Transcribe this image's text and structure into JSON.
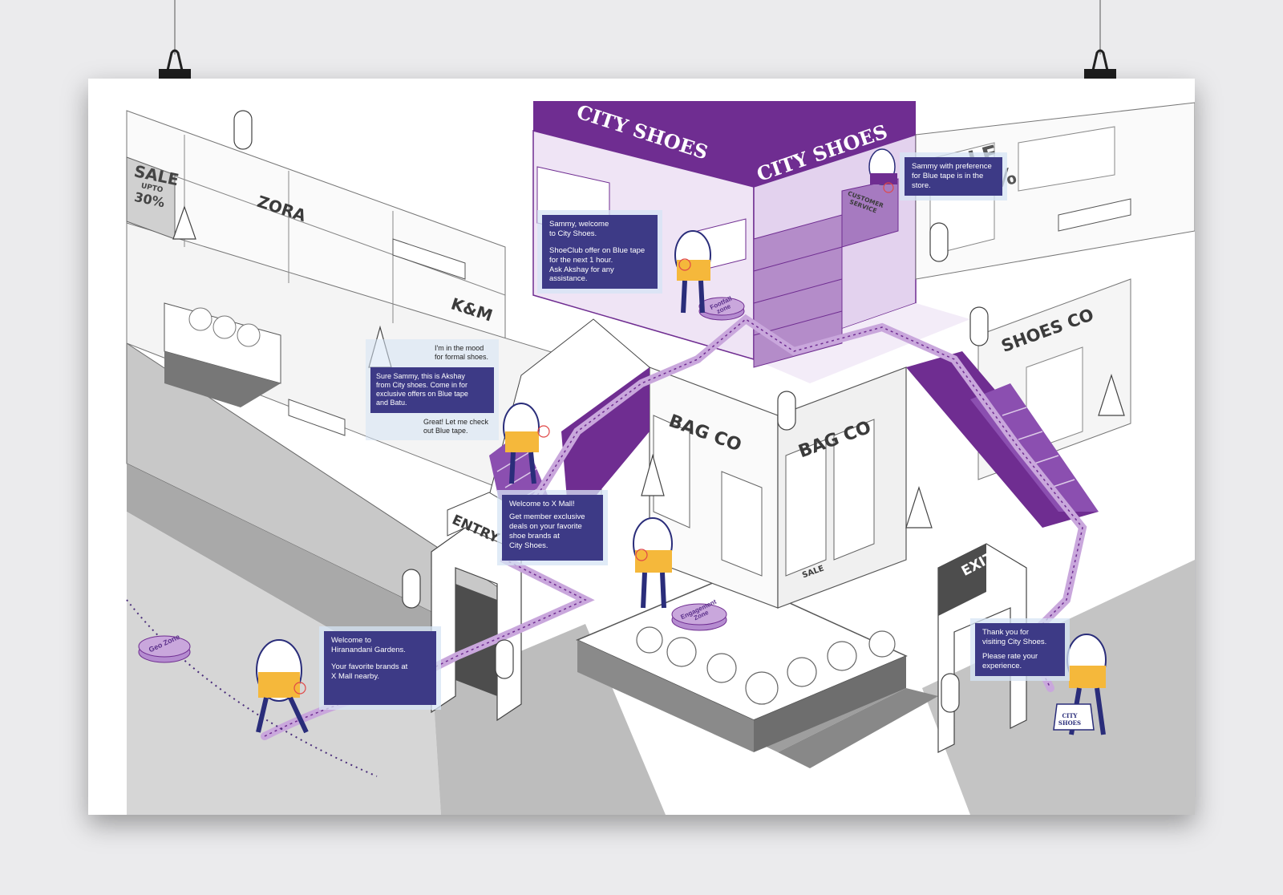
{
  "stores": {
    "city_shoes_front": "CITY SHOES",
    "city_shoes_side": "CITY SHOES",
    "zora": "ZORA",
    "km": "K&M",
    "bag_co_front": "BAG CO",
    "bag_co_side": "BAG CO",
    "shoes_co": "SHOES CO",
    "customer_service": "CUSTOMER SERVICE",
    "sale_sign": "SALE",
    "sale_upto": "UPTO",
    "sale_percent": "30%",
    "sale_right_word": "LE",
    "sale_right_percent": "50%",
    "bag_sale": "SALE",
    "bag_brand": "CITY SHOES"
  },
  "gates": {
    "entry": "ENTRY",
    "exit": "EXIT"
  },
  "zones": {
    "geo": "Geo Zone",
    "footfall": "Footfall zone",
    "engagement": "Engagement Zone"
  },
  "messages": {
    "geo_welcome": {
      "line1": "Welcome to",
      "line2": "Hiranandani Gardens.",
      "line3": "Your favorite brands at",
      "line4": "X Mall nearby."
    },
    "mall_welcome": {
      "line1": "Welcome to X Mall!",
      "line2": "Get member exclusive",
      "line3": "deals on your favorite",
      "line4": "shoe brands at",
      "line5": "City Shoes."
    },
    "store_welcome": {
      "line1": "Sammy, welcome",
      "line2": "to City Shoes.",
      "line3": "ShoeClub offer on Blue tape",
      "line4": "for the next 1 hour.",
      "line5": "Ask Akshay for any assistance."
    },
    "staff_alert": {
      "line1": "Sammy with preference",
      "line2": "for Blue tape is in the",
      "line3": "store."
    },
    "chat": {
      "user1_line1": "I'm in the mood",
      "user1_line2": "for formal shoes.",
      "bot_line1": "Sure Sammy, this is Akshay",
      "bot_line2": "from City shoes. Come in for",
      "bot_line3": "exclusive offers on Blue tape",
      "bot_line4": "and Batu.",
      "user2_line1": "Great! Let me check",
      "user2_line2": "out Blue tape."
    },
    "exit_thanks": {
      "line1": "Thank you for",
      "line2": "visiting City Shoes.",
      "line3": "Please rate your",
      "line4": "experience."
    }
  },
  "colors": {
    "purple": "#6f2d91",
    "purple_light": "#c9a7dc",
    "bubble": "#3d3a86",
    "yellow": "#f5b83b",
    "navy": "#2a2d7a",
    "gray": "#8e8e8e"
  }
}
